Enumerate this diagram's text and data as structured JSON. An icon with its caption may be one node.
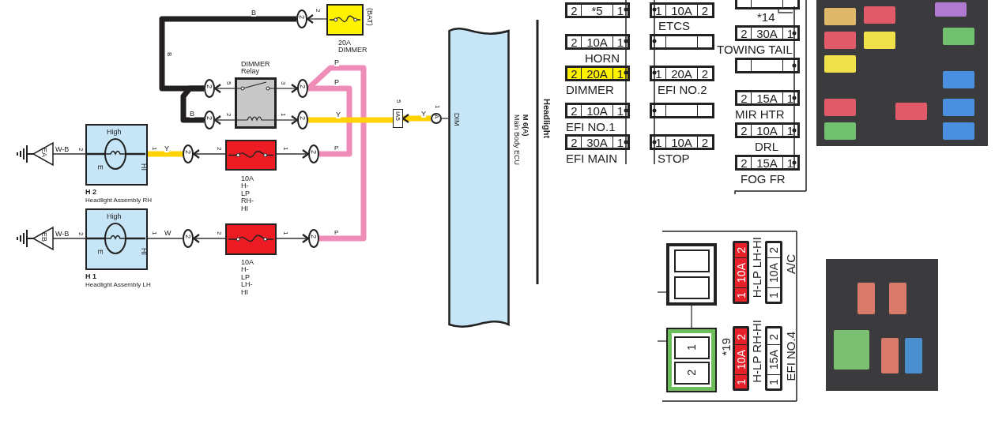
{
  "diagram": {
    "nodes": [
      {
        "text": [
          "20A DIMMER"
        ],
        "beside": [
          "(BAT)"
        ]
      },
      {
        "text": [
          "2"
        ]
      },
      {
        "text": [
          "DIMMER Relay"
        ]
      },
      {
        "text": [
          "2"
        ]
      },
      {
        "text": [
          "2"
        ]
      },
      {
        "text": [
          "2"
        ]
      },
      {
        "text": [
          "2"
        ]
      },
      {
        "text": [
          "EA"
        ]
      },
      {
        "text": [
          "High",
          "E",
          "HI",
          "H 2",
          "Headlight Assembly RH"
        ]
      },
      {
        "text": [
          "2"
        ]
      },
      {
        "text": [
          "10A H-LP RH-HI"
        ]
      },
      {
        "text": [
          "2"
        ]
      },
      {
        "text": [
          "EB"
        ]
      },
      {
        "text": [
          "High",
          "E",
          "HI",
          "H 1",
          "Headlight Assembly LH"
        ]
      },
      {
        "text": [
          "2"
        ]
      },
      {
        "text": [
          "10A H-LP LH-HI"
        ]
      },
      {
        "text": [
          "2"
        ]
      },
      {
        "text": [
          "IA5"
        ]
      },
      {
        "text": [
          "A"
        ]
      },
      {
        "text": [
          "DIM",
          "M 6(A)",
          "Main Body ECU"
        ]
      },
      {
        "text": [
          "2",
          "*5",
          "1"
        ]
      },
      {
        "text": [
          "2",
          "10A",
          "1"
        ],
        "beside": [
          "HORN"
        ]
      },
      {
        "text": [
          "2",
          "20A",
          "1"
        ],
        "beside": [
          "DIMMER"
        ]
      },
      {
        "text": [
          "2",
          "10A",
          "1"
        ],
        "beside": [
          "EFI NO.1"
        ]
      },
      {
        "text": [
          "2",
          "30A",
          "1"
        ],
        "beside": [
          "EFI MAIN"
        ]
      },
      {
        "text": [
          "1",
          "10A",
          "2"
        ],
        "beside": [
          "ETCS"
        ]
      },
      {
        "text": [],
        "shape": "box"
      },
      {
        "text": [
          "1",
          "20A",
          "2"
        ],
        "beside": [
          "EFI NO.2"
        ]
      },
      {
        "text": [],
        "shape": "box"
      },
      {
        "text": [
          "1",
          "10A",
          "2"
        ],
        "beside": [
          "STOP"
        ]
      },
      {
        "text": [],
        "shape": "box",
        "beside": [
          "*14"
        ]
      },
      {
        "text": [
          "2",
          "30A",
          "1"
        ],
        "beside": [
          "TOWING TAIL"
        ]
      },
      {
        "text": [],
        "shape": "box"
      },
      {
        "text": [
          "2",
          "15A",
          "1"
        ],
        "beside": [
          "MIR HTR"
        ]
      },
      {
        "text": [
          "2",
          "10A",
          "1"
        ],
        "beside": [
          "DRL"
        ]
      },
      {
        "text": [
          "2",
          "15A",
          "1"
        ],
        "beside": [
          "FOG FR"
        ]
      },
      {
        "text": [],
        "shape": "box"
      },
      {
        "text": [
          "1",
          "2"
        ],
        "beside": [
          "*19"
        ]
      },
      {
        "text": [
          "1",
          "10A",
          "2"
        ],
        "beside": [
          "H-LP LH-HI"
        ]
      },
      {
        "text": [
          "1",
          "10A",
          "2"
        ],
        "beside": [
          "A/C"
        ]
      },
      {
        "text": [
          "1",
          "10A",
          "2"
        ],
        "beside": [
          "H-LP RH-HI"
        ]
      },
      {
        "text": [
          "1",
          "15A",
          "2"
        ],
        "beside": [
          "EFI NO.4"
        ]
      },
      {
        "text": [],
        "shape": "bar"
      },
      {
        "text": [],
        "shape": "bar"
      },
      {
        "text": [],
        "shape": "bar"
      }
    ],
    "edges": [
      {
        "from": 0,
        "to": 1,
        "arrow": "to"
      },
      {
        "from": 1,
        "to": 3,
        "arrow": "none",
        "label": "B",
        "style": "thick"
      },
      {
        "from": 3,
        "to": 4,
        "arrow": "none",
        "label": "B",
        "style": "thick"
      },
      {
        "from": 2,
        "to": 3,
        "arrow": "to"
      },
      {
        "from": 2,
        "to": 4,
        "arrow": "to"
      },
      {
        "from": 2,
        "to": 5,
        "arrow": "to"
      },
      {
        "from": 2,
        "to": 6,
        "arrow": "to"
      },
      {
        "from": 5,
        "to": 11,
        "arrow": "none",
        "label": "P",
        "style": "thick",
        "color": "#f08cb8"
      },
      {
        "from": 5,
        "to": 16,
        "arrow": "none",
        "label": "P",
        "style": "thick",
        "color": "#f08cb8"
      },
      {
        "from": 6,
        "to": 17,
        "arrow": "none",
        "label": "Y",
        "style": "thick",
        "color": "#ffd200"
      },
      {
        "from": 18,
        "to": 17,
        "arrow": "to",
        "label": "Y",
        "style": "thick",
        "color": "#ffd200"
      },
      {
        "from": 18,
        "to": 19,
        "arrow": "none"
      },
      {
        "from": 10,
        "to": 11,
        "arrow": "to"
      },
      {
        "from": 10,
        "to": 9,
        "arrow": "to"
      },
      {
        "from": 9,
        "to": 8,
        "arrow": "none",
        "label": "Y",
        "style": "thick",
        "color": "#ffd200"
      },
      {
        "from": 15,
        "to": 16,
        "arrow": "to"
      },
      {
        "from": 15,
        "to": 14,
        "arrow": "to"
      },
      {
        "from": 14,
        "to": 13,
        "arrow": "none",
        "label": "W"
      },
      {
        "from": 8,
        "to": 7,
        "arrow": "none",
        "label": "W-B"
      },
      {
        "from": 13,
        "to": 12,
        "arrow": "none",
        "label": "W-B"
      },
      {
        "from": 36,
        "to": 37,
        "arrow": "none"
      },
      {
        "from": null,
        "to": 36,
        "arrow": "none"
      },
      {
        "from": null,
        "to": 37,
        "arrow": "none"
      },
      {
        "from": 30,
        "to": 44,
        "arrow": "none"
      }
    ],
    "labels": [
      "2",
      "B",
      "5",
      "3",
      "2",
      "1",
      "P",
      "P",
      "2",
      "1",
      "2",
      "1",
      "2",
      "1",
      "2",
      "1",
      "5",
      "1",
      "Headlight"
    ]
  }
}
